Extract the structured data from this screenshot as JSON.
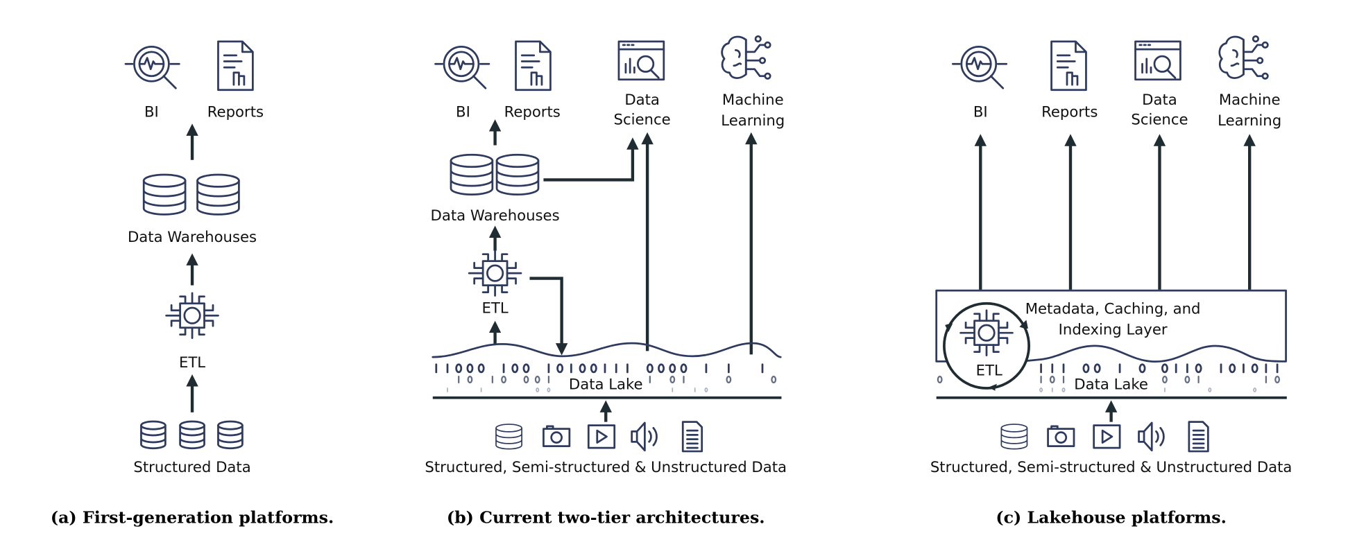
{
  "colors": {
    "icon": "#2e3b5e",
    "arrow": "#1f2d33"
  },
  "panel_a": {
    "outputs": [
      {
        "label": "BI",
        "icon": "magnifier-chart-icon"
      },
      {
        "label": "Reports",
        "icon": "report-document-icon"
      }
    ],
    "warehouse": "Data Warehouses",
    "etl": "ETL",
    "source": "Structured Data",
    "caption": "(a) First-generation platforms."
  },
  "panel_b": {
    "outputs": [
      {
        "label": "BI",
        "icon": "magnifier-chart-icon"
      },
      {
        "label": "Reports",
        "icon": "report-document-icon"
      },
      {
        "label1": "Data",
        "label2": "Science",
        "icon": "browser-analytics-icon"
      },
      {
        "label1": "Machine",
        "label2": "Learning",
        "icon": "brain-circuit-icon"
      }
    ],
    "warehouse": "Data Warehouses",
    "etl": "ETL",
    "lake": "Data Lake",
    "source": "Structured, Semi-structured & Unstructured Data",
    "caption": "(b) Current two-tier architectures."
  },
  "panel_c": {
    "outputs": [
      {
        "label": "BI",
        "icon": "magnifier-chart-icon"
      },
      {
        "label": "Reports",
        "icon": "report-document-icon"
      },
      {
        "label1": "Data",
        "label2": "Science",
        "icon": "browser-analytics-icon"
      },
      {
        "label1": "Machine",
        "label2": "Learning",
        "icon": "brain-circuit-icon"
      }
    ],
    "layer1": "Metadata, Caching, and",
    "layer2": "Indexing Layer",
    "etl": "ETL",
    "lake": "Data Lake",
    "source": "Structured, Semi-structured & Unstructured Data",
    "caption": "(c) Lakehouse platforms."
  },
  "source_icons": [
    "database-icon",
    "camera-icon",
    "video-play-icon",
    "speaker-icon",
    "document-icon"
  ]
}
